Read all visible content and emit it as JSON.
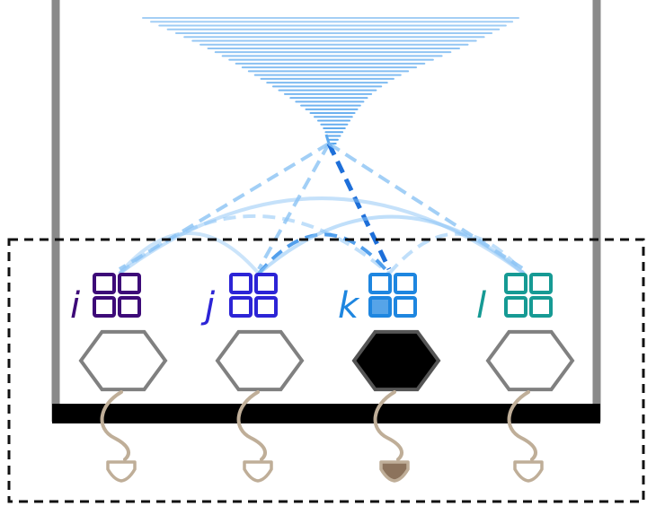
{
  "sites": [
    {
      "label": "i",
      "color": "#3d0a78",
      "occupied": false,
      "active_cell": false
    },
    {
      "label": "j",
      "color": "#2c24d6",
      "occupied": false,
      "active_cell": false
    },
    {
      "label": "k",
      "color": "#1e86e0",
      "occupied": true,
      "active_cell": true
    },
    {
      "label": "l",
      "color": "#169a94",
      "occupied": false,
      "active_cell": false
    }
  ],
  "colors": {
    "wall": "#8a8a8a",
    "floor": "#000000",
    "hexagon_outline": "#808080",
    "hexagon_filled": "#000000",
    "wave": "#5aa8ee",
    "beam_strong": "#1e6fd9",
    "beam_light": "#8cc4f5",
    "tether": "#bfae98",
    "hook_filled": "#8c735c",
    "dashed_box": "#111111"
  },
  "icons": [
    "wave-packet-icon",
    "grid-icon",
    "hexagon-icon",
    "tether-icon"
  ]
}
